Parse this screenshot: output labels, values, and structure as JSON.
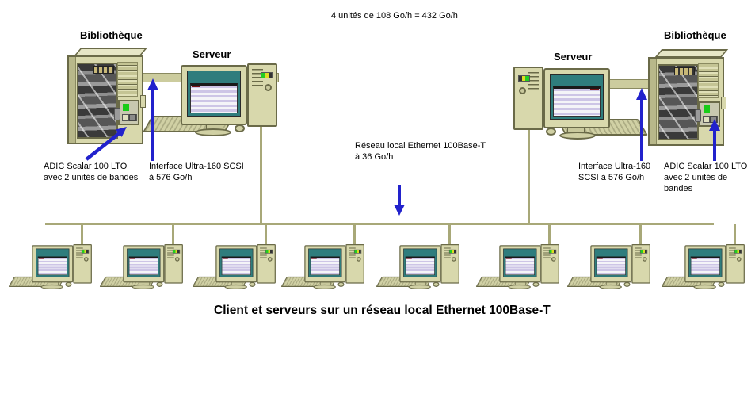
{
  "top_note": "4 unités de 108 Go/h = 432 Go/h",
  "caption": "Client et serveurs sur un réseau local Ethernet 100Base-T",
  "left": {
    "library_label": "Bibliothèque",
    "server_label": "Serveur",
    "adic_note": "ADIC Scalar 100 LTO\navec 2 unités de bandes",
    "scsi_note": "Interface Ultra-160 SCSI\nà 576 Go/h"
  },
  "right": {
    "library_label": "Bibliothèque",
    "server_label": "Serveur",
    "scsi_note": "Interface Ultra-160\nSCSI à 576 Go/h",
    "adic_note": "ADIC Scalar 100 LTO\navec 2 unités de bandes"
  },
  "network": {
    "lan_note": "Réseau local Ethernet 100Base-T\nà 36 Go/h",
    "client_count": 8
  },
  "icons": {
    "arrows": [
      "up-arrow-icon",
      "diagonal-up-arrow-icon",
      "down-arrow-icon",
      "up-arrow-icon",
      "up-arrow-icon"
    ]
  },
  "colors": {
    "arrow_blue": "#2222cc",
    "body_khaki": "#d8d8ac",
    "outline_olive": "#6a6a48",
    "line_tan": "#a8a878",
    "screen_teal": "#2f7d7d",
    "window_lavender": "#cdc5e6"
  }
}
